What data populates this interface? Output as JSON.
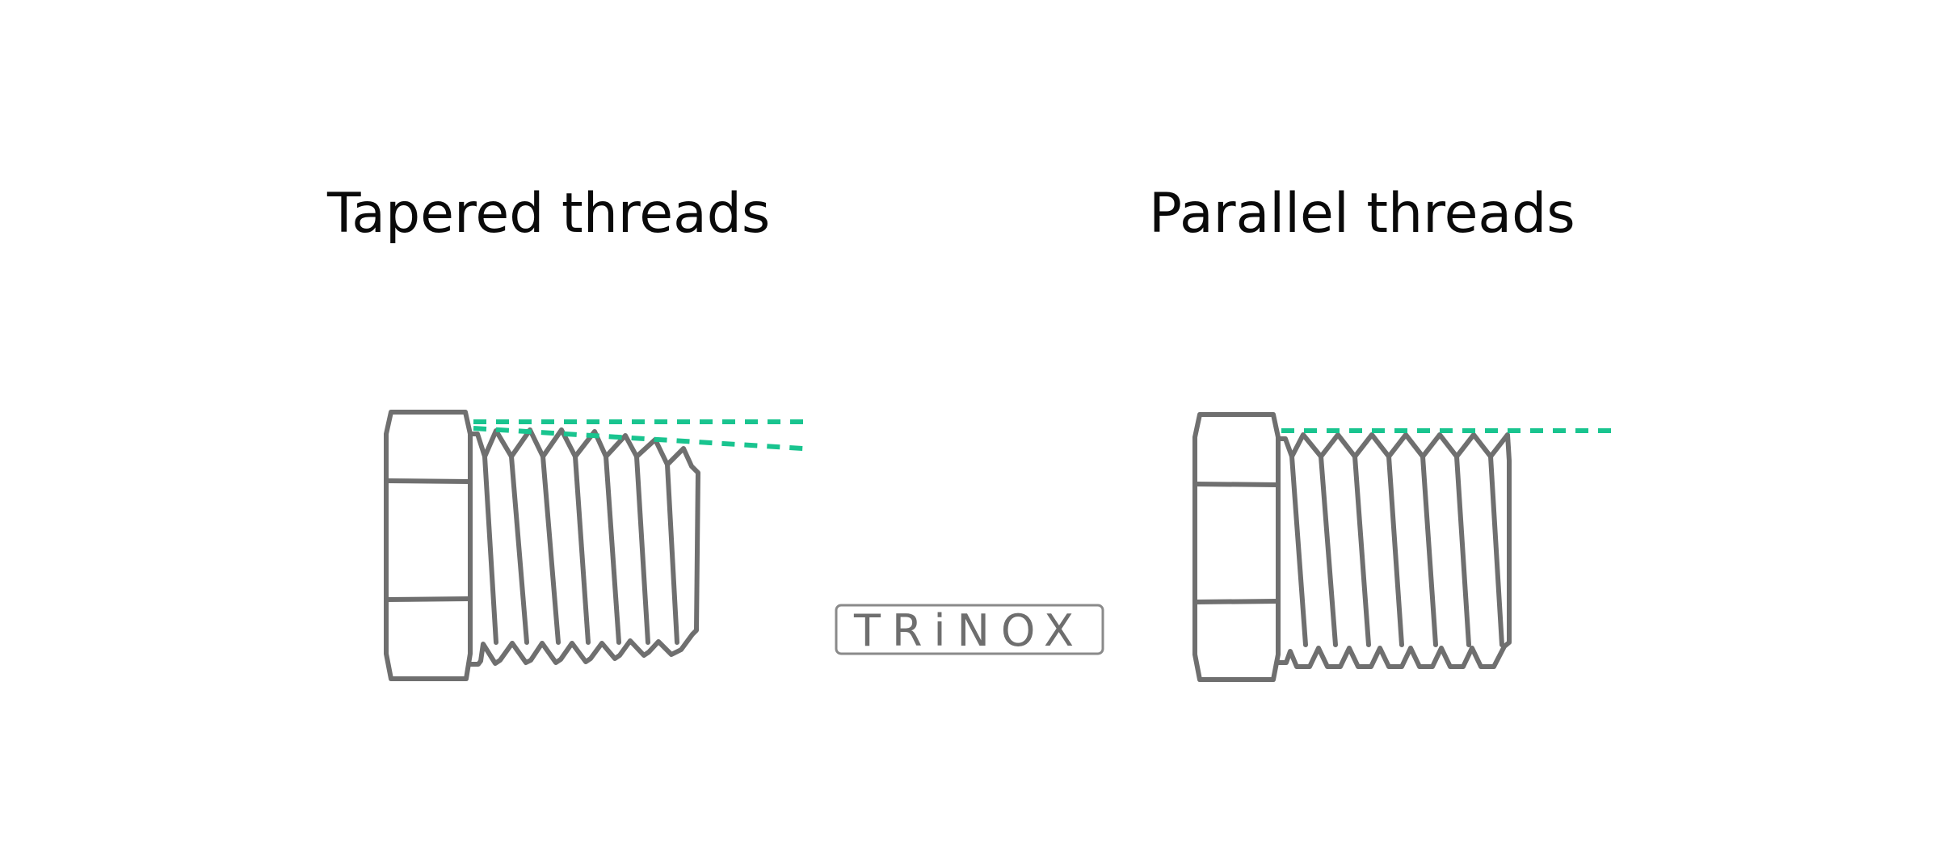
{
  "diagrams": [
    {
      "id": "tapered",
      "title": "Tapered threads"
    },
    {
      "id": "parallel",
      "title": "Parallel threads"
    }
  ],
  "logo": {
    "text": "TRiNOX"
  },
  "colors": {
    "guide": "#19c48f",
    "outline": "#6f6f6f",
    "title": "#0a0a0a"
  }
}
